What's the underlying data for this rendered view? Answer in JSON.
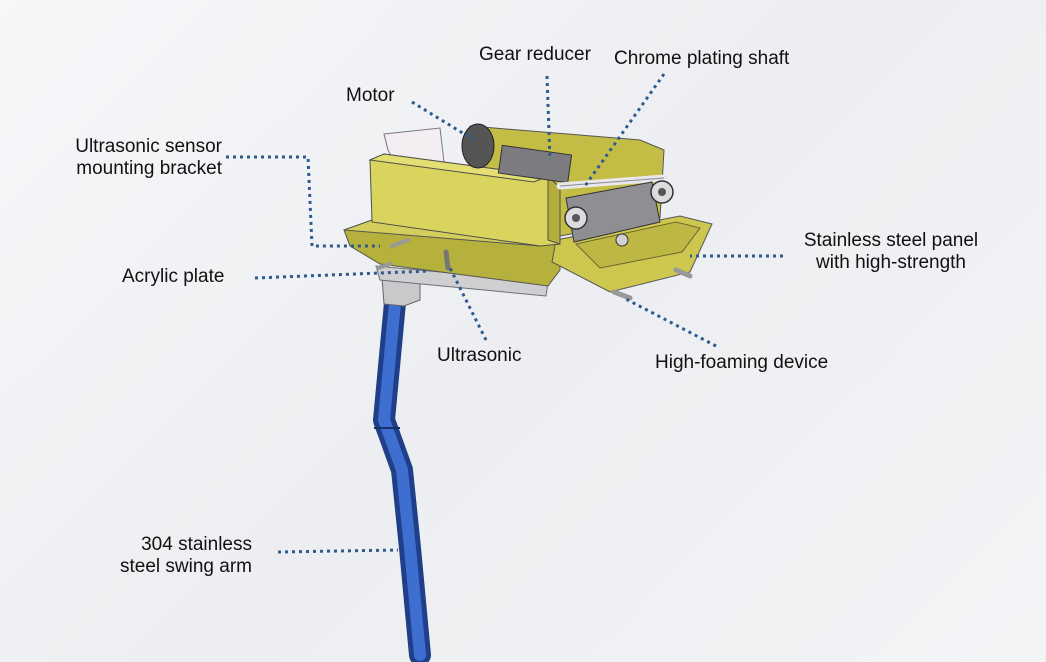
{
  "colors": {
    "leader": "#2f5a8e",
    "body_yellow": "#d8d35a",
    "body_dark": "#a9a33a",
    "arm_blue": "#2c56b0",
    "metal": "#b9b9bd"
  },
  "labels": {
    "gear_reducer": "Gear reducer",
    "chrome_shaft": "Chrome plating shaft",
    "motor": "Motor",
    "sensor_bracket_line1": "Ultrasonic sensor",
    "sensor_bracket_line2": "mounting bracket",
    "stainless_panel_line1": "Stainless steel panel",
    "stainless_panel_line2": "with high-strength",
    "acrylic_plate": "Acrylic plate",
    "ultrasonic": "Ultrasonic",
    "high_foaming": "High-foaming device",
    "swing_arm_line1": "304 stainless",
    "swing_arm_line2": "steel swing arm"
  }
}
